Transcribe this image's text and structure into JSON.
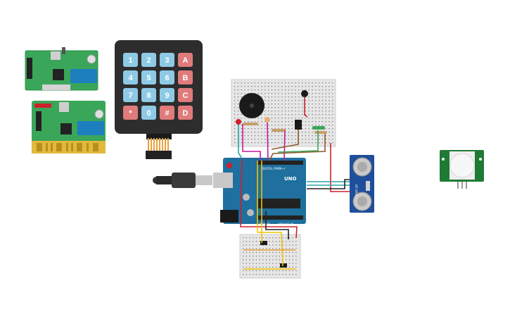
{
  "colors": {
    "board_green": "#3aa65a",
    "board_green_dark": "#2f8f4b",
    "arduino_blue": "#1f6f9f",
    "keypad_frame": "#2d2d2d",
    "key_blue": "#8ecae6",
    "key_red": "#e07b7b",
    "breadboard": "#e6e6e6",
    "sensor_blue": "#1f4e9b",
    "pir_green": "#1f7a35",
    "wire_red": "#d0202a",
    "wire_magenta": "#c2189c",
    "wire_teal": "#2ea3a3",
    "wire_orange": "#e8a13a",
    "wire_brown": "#8b5a2b",
    "wire_yellow": "#f2c200",
    "wire_black": "#222222"
  },
  "keypad": {
    "keys": [
      "1",
      "2",
      "3",
      "A",
      "4",
      "5",
      "6",
      "B",
      "7",
      "8",
      "9",
      "C",
      "*",
      "0",
      "#",
      "D"
    ]
  },
  "arduino": {
    "brand": "UNO",
    "labels": [
      "DIGITAL (PWM~)",
      "ANALOG IN",
      "POWER"
    ]
  },
  "ultrasonic": {
    "label": "HC-SR04"
  }
}
